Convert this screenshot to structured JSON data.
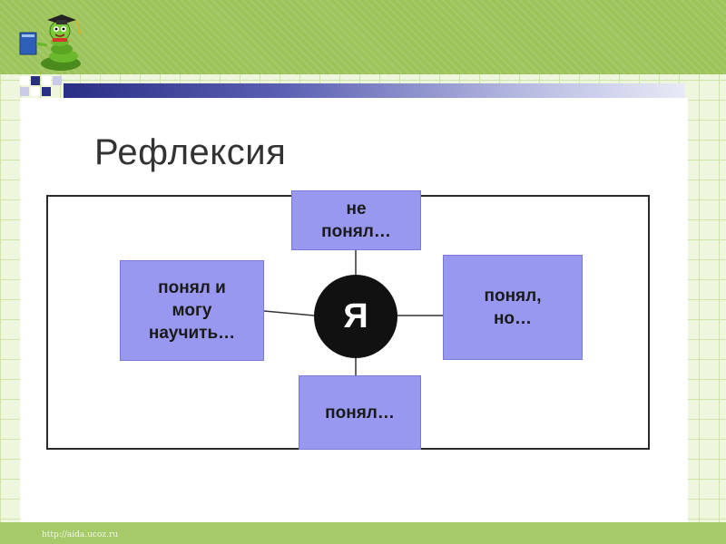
{
  "slide": {
    "title": "Рефлексия",
    "footer_url": "http://aida.ucoz.ru"
  },
  "diagram": {
    "center_label": "Я",
    "nodes": {
      "top": "не\nпонял…",
      "left": "понял и\nмогу\nнаучить…",
      "right": "понял,\nно…",
      "bottom": "понял…"
    }
  },
  "colors": {
    "background_green": "#9cc45a",
    "grid_paper": "#eef6de",
    "box_fill": "#9898f0",
    "center_fill": "#111111",
    "stripe_dark": "#2a2f86"
  },
  "icons": [
    "bookworm-mascot-icon",
    "graduation-cap-icon",
    "book-icon"
  ]
}
